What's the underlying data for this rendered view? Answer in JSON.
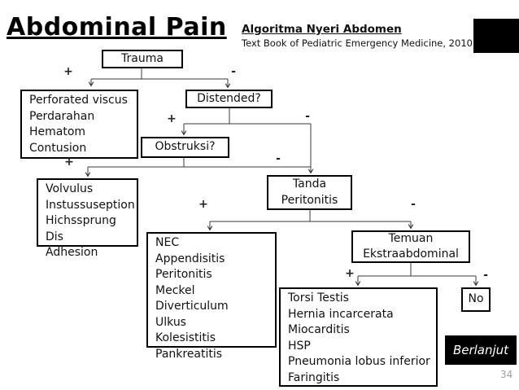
{
  "slide": {
    "title": "Abdominal Pain",
    "reference": {
      "heading": "Algoritma Nyeri Abdomen",
      "source": "Text Book of Pediatric Emergency Medicine, 2010"
    },
    "continue_label": "Berlanjut",
    "page_number": "34"
  },
  "flowchart": {
    "nodes": {
      "trauma": {
        "label": "Trauma"
      },
      "perforated": {
        "lines": [
          "Perforated viscus",
          "Perdarahan",
          "Hematom",
          "Contusion"
        ]
      },
      "distended": {
        "label": "Distended?"
      },
      "obstruksi": {
        "label": "Obstruksi?"
      },
      "volvulus": {
        "lines": [
          "Volvulus",
          "Instussuseption",
          "Hichssprung Dis",
          "Adhesion"
        ]
      },
      "tanda_peritonitis": {
        "lines": [
          "Tanda",
          "Peritonitis"
        ]
      },
      "nec": {
        "lines": [
          "NEC",
          "Appendisitis",
          "Peritonitis",
          "Meckel Diverticulum",
          "Ulkus",
          "Kolesistitis",
          "Pankreatitis"
        ]
      },
      "temuan": {
        "lines": [
          "Temuan",
          "Ekstraabdominal"
        ]
      },
      "torsi": {
        "lines": [
          "Torsi Testis",
          "Hernia incarcerata",
          "Miocarditis",
          "HSP",
          "Pneumonia lobus inferior",
          "Faringitis"
        ]
      },
      "no": {
        "label": "No"
      }
    },
    "branch_labels": {
      "trauma_plus": "+",
      "trauma_minus": "-",
      "distended_plus": "+",
      "distended_minus": "-",
      "obstruksi_plus": "+",
      "obstruksi_minus": "-",
      "peritonitis_plus": "+",
      "peritonitis_minus": "-",
      "temuan_plus": "+",
      "temuan_minus": "-"
    }
  },
  "colors": {
    "box_border": "#000000",
    "line": "#3a3a3a",
    "continue_bg": "#000000",
    "continue_text": "#ffffff",
    "page_number": "#a0a0a0"
  }
}
